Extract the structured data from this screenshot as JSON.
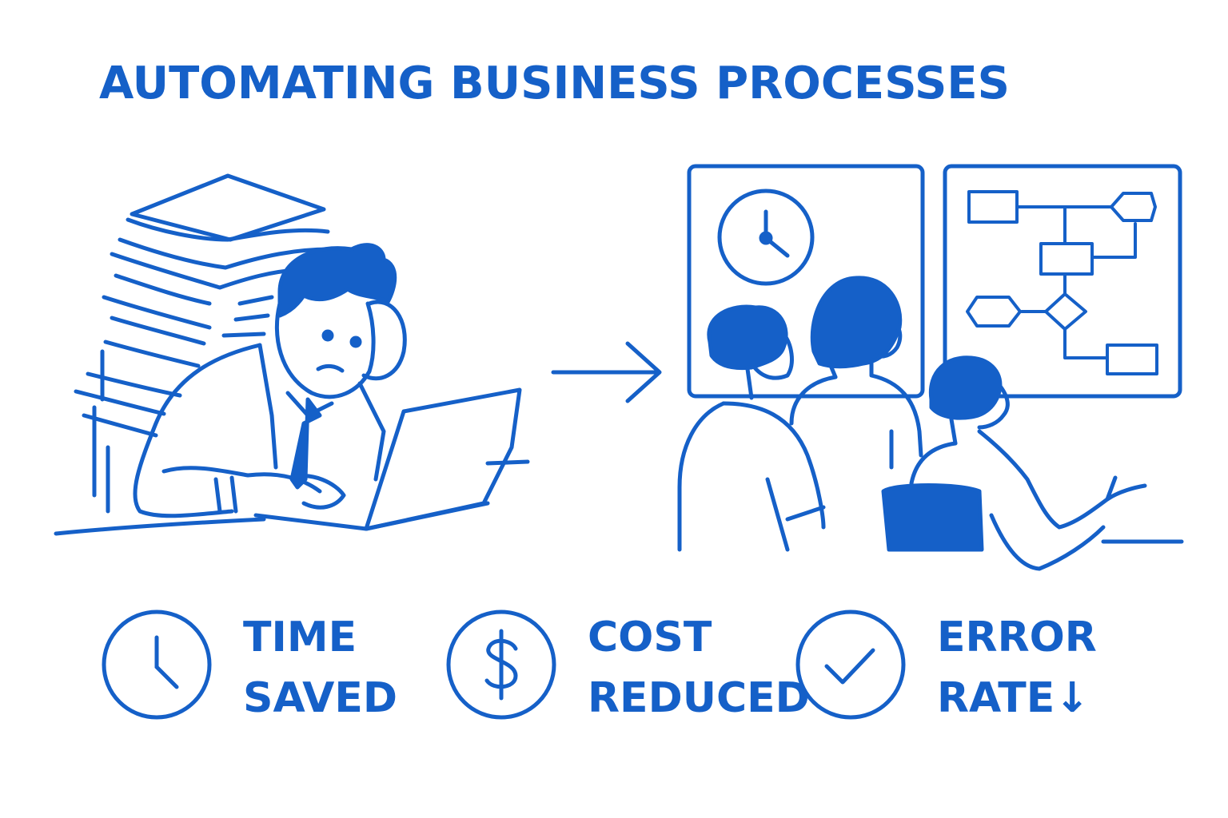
{
  "title": "AUTOMATING BUSINESS PROCESSES",
  "accent_color": "#1560c8",
  "illustrations": {
    "left": "overworked-worker-with-paper-stack",
    "arrow": "right-arrow",
    "right": "team-reviewing-automated-workflow"
  },
  "benefits": [
    {
      "icon": "clock-icon",
      "line1": "TIME",
      "line2": "SAVED"
    },
    {
      "icon": "dollar-icon",
      "line1": "COST",
      "line2": "REDUCED"
    },
    {
      "icon": "checkmark-icon",
      "line1": "ERROR",
      "line2": "RATE↓"
    }
  ]
}
